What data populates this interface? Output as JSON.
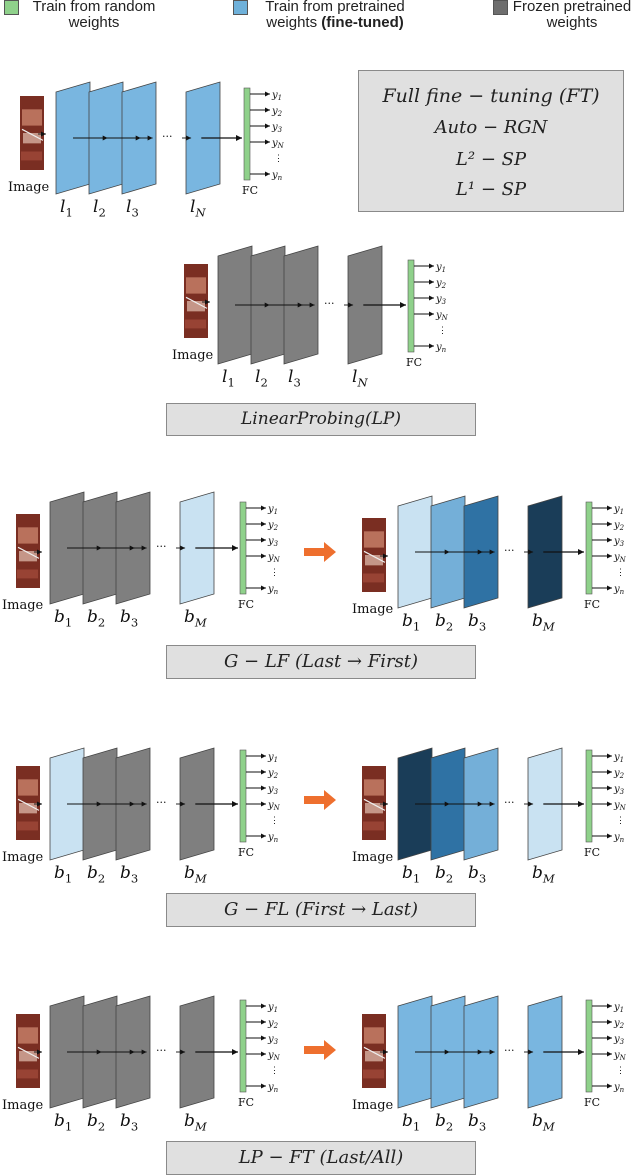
{
  "legend": {
    "items": [
      {
        "label_1": "Train from random",
        "label_2": "weights",
        "label_2_bold": "",
        "color": "#8fd18b"
      },
      {
        "label_1": "Train from pretrained",
        "label_2": "weights ",
        "label_2_bold": "(fine-tuned)",
        "color": "#6fb1da"
      },
      {
        "label_1": "Frozen pretrained",
        "label_2": "weights",
        "label_2_bold": "",
        "color": "#6e6e6e"
      }
    ]
  },
  "colors": {
    "frozen": "#7f7f7f",
    "finetuned": "#79b6e0",
    "fc": "#8fd18b",
    "tint1": "#c9e2f2",
    "tint2": "#74afd8",
    "tint3": "#2f72a4",
    "tint4": "#1a3d58",
    "orange_arrow": "#ee6f2e",
    "caption_bg": "#e0e0e0"
  },
  "common": {
    "image_label": "Image",
    "fc_label": "FC",
    "dots": "···",
    "vdots": "⋮",
    "outputs": [
      "y1",
      "y2",
      "y3",
      "yN",
      "⋮",
      "yn"
    ]
  },
  "methods": {
    "ft": {
      "lines": [
        "Full fine − tuning (FT)",
        "Auto − RGN",
        "L² − SP",
        "L¹ − SP"
      ]
    },
    "lp": {
      "caption": "LinearProbing(LP)"
    },
    "glf": {
      "caption": "G − LF (Last → First)"
    },
    "gfl": {
      "caption": "G − FL (First → Last)"
    },
    "lpft": {
      "caption": "LP − FT (Last/All)"
    }
  },
  "labels": {
    "l": [
      "l1",
      "l2",
      "l3",
      "lN"
    ],
    "b": [
      "b1",
      "b2",
      "b3",
      "bM"
    ]
  }
}
